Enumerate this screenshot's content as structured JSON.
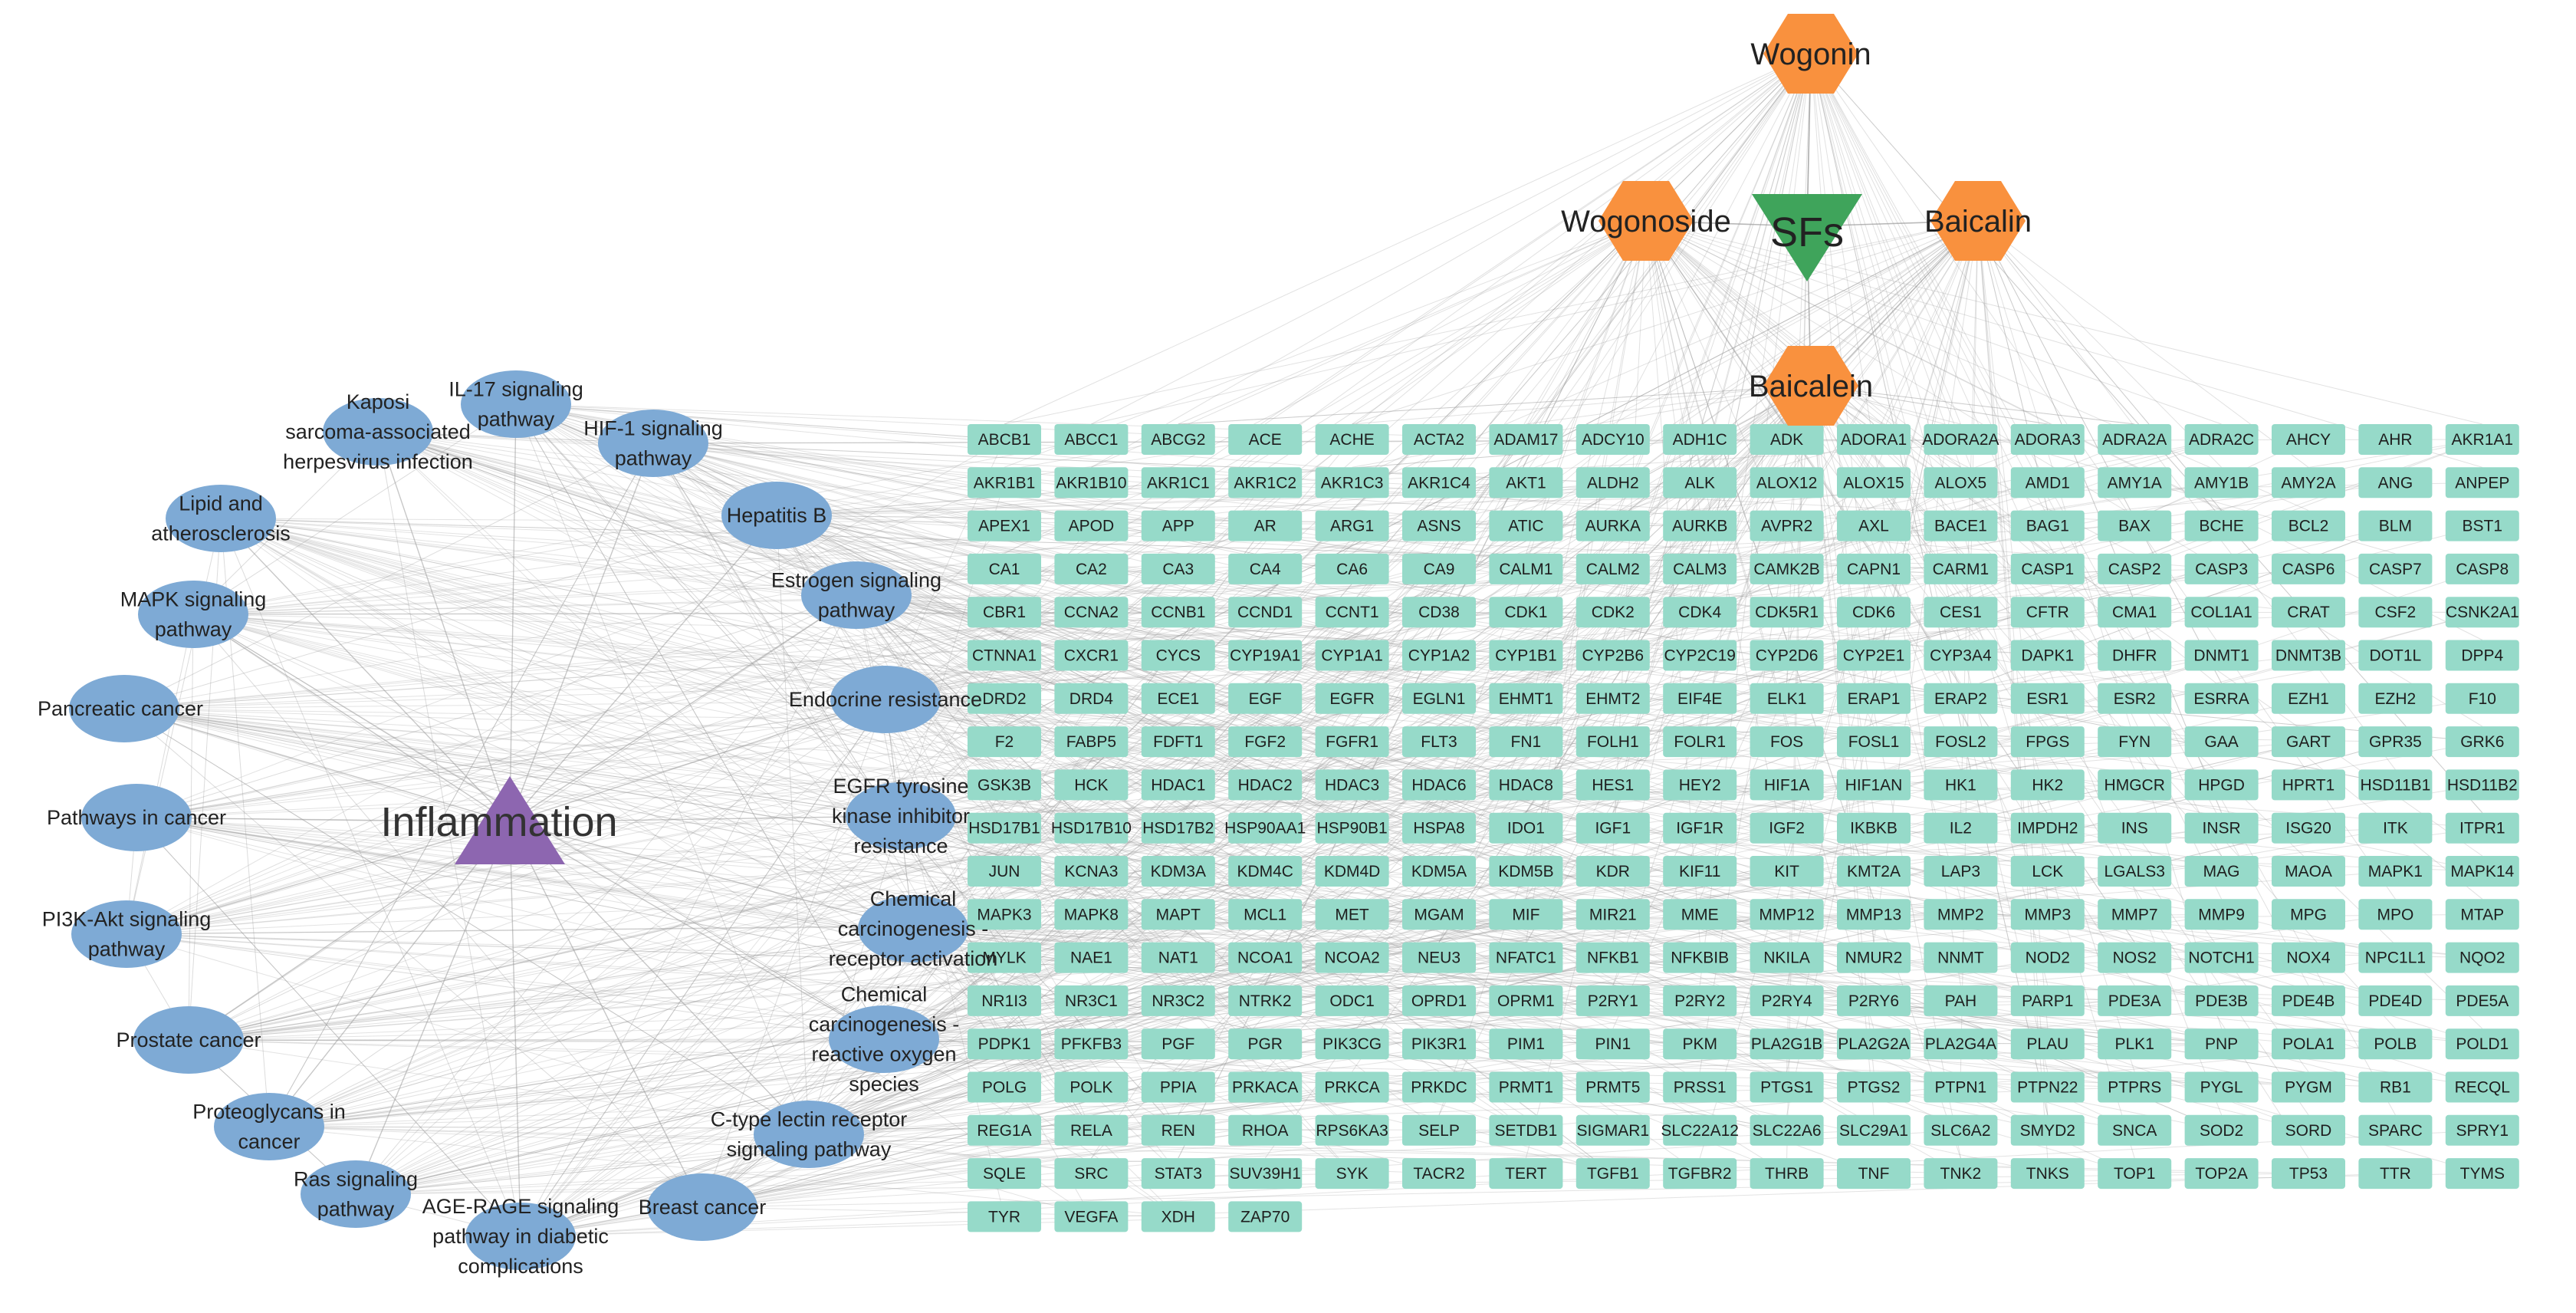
{
  "colors": {
    "background": "#ffffff",
    "edge": "#9a9a9a",
    "gene_fill": "#96dac9",
    "pathway_fill": "#7eaad5",
    "compound_fill": "#f9913e",
    "sfs_fill": "#3fa45b",
    "inflammation_fill": "#8d66b0",
    "text": "#222222"
  },
  "node_shapes": {
    "compound": "hexagon-icon",
    "sfs": "down-triangle-icon",
    "inflammation": "up-triangle-icon",
    "pathway": "ellipse",
    "gene": "rounded-rectangle"
  },
  "hub": {
    "label": "Inflammation"
  },
  "sfs": {
    "label": "SFs"
  },
  "compounds": [
    {
      "id": "wogonin",
      "label": "Wogonin"
    },
    {
      "id": "wogonoside",
      "label": "Wogonoside"
    },
    {
      "id": "baicalin",
      "label": "Baicalin"
    },
    {
      "id": "baicalein",
      "label": "Baicalein"
    }
  ],
  "pathways": [
    {
      "id": "kaposi",
      "lines": [
        "Kaposi",
        "sarcoma-associated",
        "herpesvirus infection"
      ]
    },
    {
      "id": "il17",
      "lines": [
        "IL-17 signaling",
        "pathway"
      ]
    },
    {
      "id": "hif1",
      "lines": [
        "HIF-1 signaling",
        "pathway"
      ]
    },
    {
      "id": "lipid",
      "lines": [
        "Lipid and",
        "atherosclerosis"
      ]
    },
    {
      "id": "hepb",
      "lines": [
        "Hepatitis B"
      ]
    },
    {
      "id": "mapk",
      "lines": [
        "MAPK signaling",
        "pathway"
      ]
    },
    {
      "id": "estrogen",
      "lines": [
        "Estrogen signaling",
        "pathway"
      ]
    },
    {
      "id": "pancreatic",
      "lines": [
        "Pancreatic cancer"
      ]
    },
    {
      "id": "endocrine",
      "lines": [
        "Endocrine resistance"
      ]
    },
    {
      "id": "pathways-cancer",
      "lines": [
        "Pathways in cancer"
      ]
    },
    {
      "id": "egfr",
      "lines": [
        "EGFR tyrosine",
        "kinase inhibitor",
        "resistance"
      ]
    },
    {
      "id": "pi3k",
      "lines": [
        "PI3K-Akt signaling",
        "pathway"
      ]
    },
    {
      "id": "chem-receptor",
      "lines": [
        "Chemical",
        "carcinogenesis -",
        "receptor activation"
      ]
    },
    {
      "id": "prostate",
      "lines": [
        "Prostate cancer"
      ]
    },
    {
      "id": "chem-ros",
      "lines": [
        "Chemical",
        "carcinogenesis -",
        "reactive oxygen",
        "species"
      ]
    },
    {
      "id": "proteoglycans",
      "lines": [
        "Proteoglycans in",
        "cancer"
      ]
    },
    {
      "id": "ctype",
      "lines": [
        "C-type lectin receptor",
        "signaling pathway"
      ]
    },
    {
      "id": "ras",
      "lines": [
        "Ras signaling",
        "pathway"
      ]
    },
    {
      "id": "age-rage",
      "lines": [
        "AGE-RAGE signaling",
        "pathway in diabetic",
        "complications"
      ]
    },
    {
      "id": "breast",
      "lines": [
        "Breast cancer"
      ]
    }
  ],
  "genes": [
    "ABCB1",
    "ABCC1",
    "ABCG2",
    "ACE",
    "ACHE",
    "ACTA2",
    "ADAM17",
    "ADCY10",
    "ADH1C",
    "ADK",
    "ADORA1",
    "ADORA2A",
    "ADORA3",
    "ADRA2A",
    "ADRA2C",
    "AHCY",
    "AHR",
    "AKR1A1",
    "AKR1B1",
    "AKR1B10",
    "AKR1C1",
    "AKR1C2",
    "AKR1C3",
    "AKR1C4",
    "AKT1",
    "ALDH2",
    "ALK",
    "ALOX12",
    "ALOX15",
    "ALOX5",
    "AMD1",
    "AMY1A",
    "AMY1B",
    "AMY2A",
    "ANG",
    "ANPEP",
    "APEX1",
    "APOD",
    "APP",
    "AR",
    "ARG1",
    "ASNS",
    "ATIC",
    "AURKA",
    "AURKB",
    "AVPR2",
    "AXL",
    "BACE1",
    "BAG1",
    "BAX",
    "BCHE",
    "BCL2",
    "BLM",
    "BST1",
    "CA1",
    "CA2",
    "CA3",
    "CA4",
    "CA6",
    "CA9",
    "CALM1",
    "CALM2",
    "CALM3",
    "CAMK2B",
    "CAPN1",
    "CARM1",
    "CASP1",
    "CASP2",
    "CASP3",
    "CASP6",
    "CASP7",
    "CASP8",
    "CBR1",
    "CCNA2",
    "CCNB1",
    "CCND1",
    "CCNT1",
    "CD38",
    "CDK1",
    "CDK2",
    "CDK4",
    "CDK5R1",
    "CDK6",
    "CES1",
    "CFTR",
    "CMA1",
    "COL1A1",
    "CRAT",
    "CSF2",
    "CSNK2A1",
    "CTNNA1",
    "CXCR1",
    "CYCS",
    "CYP19A1",
    "CYP1A1",
    "CYP1A2",
    "CYP1B1",
    "CYP2B6",
    "CYP2C19",
    "CYP2D6",
    "CYP2E1",
    "CYP3A4",
    "DAPK1",
    "DHFR",
    "DNMT1",
    "DNMT3B",
    "DOT1L",
    "DPP4",
    "DRD2",
    "DRD4",
    "ECE1",
    "EGF",
    "EGFR",
    "EGLN1",
    "EHMT1",
    "EHMT2",
    "EIF4E",
    "ELK1",
    "ERAP1",
    "ERAP2",
    "ESR1",
    "ESR2",
    "ESRRA",
    "EZH1",
    "EZH2",
    "F10",
    "F2",
    "FABP5",
    "FDFT1",
    "FGF2",
    "FGFR1",
    "FLT3",
    "FN1",
    "FOLH1",
    "FOLR1",
    "FOS",
    "FOSL1",
    "FOSL2",
    "FPGS",
    "FYN",
    "GAA",
    "GART",
    "GPR35",
    "GRK6",
    "GSK3B",
    "HCK",
    "HDAC1",
    "HDAC2",
    "HDAC3",
    "HDAC6",
    "HDAC8",
    "HES1",
    "HEY2",
    "HIF1A",
    "HIF1AN",
    "HK1",
    "HK2",
    "HMGCR",
    "HPGD",
    "HPRT1",
    "HSD11B1",
    "HSD11B2",
    "HSD17B1",
    "HSD17B10",
    "HSD17B2",
    "HSP90AA1",
    "HSP90B1",
    "HSPA8",
    "IDO1",
    "IGF1",
    "IGF1R",
    "IGF2",
    "IKBKB",
    "IL2",
    "IMPDH2",
    "INS",
    "INSR",
    "ISG20",
    "ITK",
    "ITPR1",
    "JUN",
    "KCNA3",
    "KDM3A",
    "KDM4C",
    "KDM4D",
    "KDM5A",
    "KDM5B",
    "KDR",
    "KIF11",
    "KIT",
    "KMT2A",
    "LAP3",
    "LCK",
    "LGALS3",
    "MAG",
    "MAOA",
    "MAPK1",
    "MAPK14",
    "MAPK3",
    "MAPK8",
    "MAPT",
    "MCL1",
    "MET",
    "MGAM",
    "MIF",
    "MIR21",
    "MME",
    "MMP12",
    "MMP13",
    "MMP2",
    "MMP3",
    "MMP7",
    "MMP9",
    "MPG",
    "MPO",
    "MTAP",
    "MYLK",
    "NAE1",
    "NAT1",
    "NCOA1",
    "NCOA2",
    "NEU3",
    "NFATC1",
    "NFKB1",
    "NFKBIB",
    "NKILA",
    "NMUR2",
    "NNMT",
    "NOD2",
    "NOS2",
    "NOTCH1",
    "NOX4",
    "NPC1L1",
    "NQO2",
    "NR1I3",
    "NR3C1",
    "NR3C2",
    "NTRK2",
    "ODC1",
    "OPRD1",
    "OPRM1",
    "P2RY1",
    "P2RY2",
    "P2RY4",
    "P2RY6",
    "PAH",
    "PARP1",
    "PDE3A",
    "PDE3B",
    "PDE4B",
    "PDE4D",
    "PDE5A",
    "PDPK1",
    "PFKFB3",
    "PGF",
    "PGR",
    "PIK3CG",
    "PIK3R1",
    "PIM1",
    "PIN1",
    "PKM",
    "PLA2G1B",
    "PLA2G2A",
    "PLA2G4A",
    "PLAU",
    "PLK1",
    "PNP",
    "POLA1",
    "POLB",
    "POLD1",
    "POLG",
    "POLK",
    "PPIA",
    "PRKACA",
    "PRKCA",
    "PRKDC",
    "PRMT1",
    "PRMT5",
    "PRSS1",
    "PTGS1",
    "PTGS2",
    "PTPN1",
    "PTPN22",
    "PTPRS",
    "PYGL",
    "PYGM",
    "RB1",
    "RECQL",
    "REG1A",
    "RELA",
    "REN",
    "RHOA",
    "RPS6KA3",
    "SELP",
    "SETDB1",
    "SIGMAR1",
    "SLC22A12",
    "SLC22A6",
    "SLC29A1",
    "SLC6A2",
    "SMYD2",
    "SNCA",
    "SOD2",
    "SORD",
    "SPARC",
    "SPRY1",
    "SQLE",
    "SRC",
    "STAT3",
    "SUV39H1",
    "SYK",
    "TACR2",
    "TERT",
    "TGFB1",
    "TGFBR2",
    "THRB",
    "TNF",
    "TNK2",
    "TNKS",
    "TOP1",
    "TOP2A",
    "TP53",
    "TTR",
    "TYMS",
    "TYR",
    "VEGFA",
    "XDH",
    "ZAP70"
  ]
}
